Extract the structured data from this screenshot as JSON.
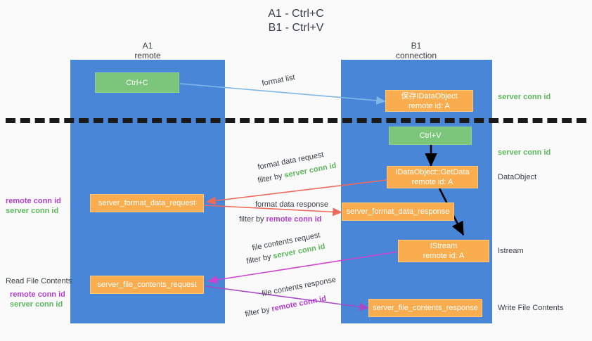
{
  "title": {
    "line1": "A1 - Ctrl+C",
    "line2": "B1 - Ctrl+V"
  },
  "lanes": [
    {
      "name": "A1",
      "subtitle": "remote"
    },
    {
      "name": "B1",
      "subtitle": "connection"
    }
  ],
  "nodes": {
    "ctrl_c": {
      "label": "Ctrl+C",
      "sub": ""
    },
    "save_idataobject": {
      "label": "保存IDataObject",
      "sub": "remote id: A"
    },
    "ctrl_v": {
      "label": "Ctrl+V",
      "sub": ""
    },
    "idataobject_getdata": {
      "label": "IDataObject::GetData",
      "sub": "remote id: A"
    },
    "istream": {
      "label": "IStream",
      "sub": "remote id: A"
    },
    "server_format_data_request": {
      "label": "server_format_data_request",
      "sub": ""
    },
    "server_format_data_response": {
      "label": "server_format_data_response",
      "sub": ""
    },
    "server_file_contents_request": {
      "label": "server_file_contents_request",
      "sub": ""
    },
    "server_file_contents_response": {
      "label": "server_file_contents_response",
      "sub": ""
    }
  },
  "edge_labels": {
    "format_list": "format list",
    "format_data_request": "format data request",
    "format_data_request_filter_prefix": "filter by ",
    "format_data_request_filter_value": "server conn id",
    "format_data_response": "format data response",
    "format_data_response_filter_prefix": "filter by ",
    "format_data_response_filter_value": "remote conn id",
    "file_contents_request": "file contents request",
    "file_contents_request_filter_prefix": "filter by ",
    "file_contents_request_filter_value": "server conn id",
    "file_contents_response": "file contents response",
    "file_contents_response_filter_prefix": "filter by ",
    "file_contents_response_filter_value": "remote conn id"
  },
  "side_labels": {
    "server_conn_id_top": "server conn id",
    "server_conn_id_mid": "server conn id",
    "dataobject": "DataObject",
    "istream": "Istream",
    "write_file_contents": "Write File Contents",
    "read_file_contents": "Read File Contents",
    "remote_conn_id": "remote conn id",
    "server_conn_id": "server conn id"
  },
  "colors": {
    "lane": "#4a86d8",
    "green_node": "#7bc67b",
    "orange_node": "#f9ad4e",
    "green_text": "#5cb85c",
    "purple_text": "#b23fd0",
    "arrow_blue": "#7fb8e8",
    "arrow_red": "#ef6a5a",
    "arrow_magenta": "#cc44cc",
    "arrow_purple": "#a64bc4",
    "arrow_black": "#000000",
    "background": "#fafafa"
  }
}
